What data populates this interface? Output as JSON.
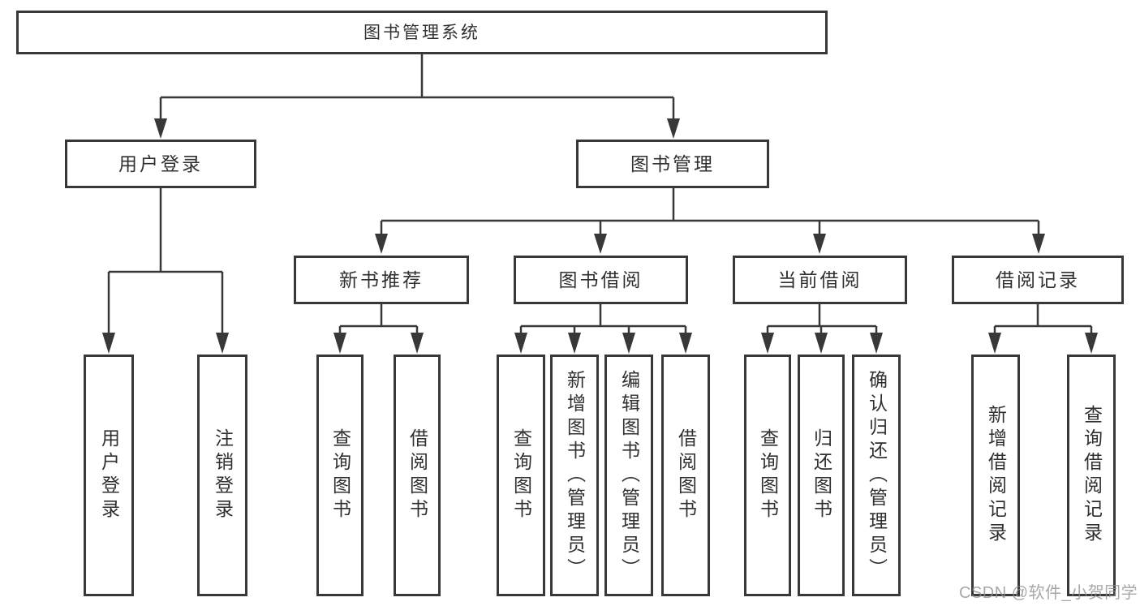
{
  "diagram": {
    "root": {
      "label": "图书管理系统",
      "children": [
        {
          "label": "用户登录",
          "children": [
            {
              "label": "用户登录"
            },
            {
              "label": "注销登录"
            }
          ]
        },
        {
          "label": "图书管理",
          "children": [
            {
              "label": "新书推荐",
              "children": [
                {
                  "label": "查询图书"
                },
                {
                  "label": "借阅图书"
                }
              ]
            },
            {
              "label": "图书借阅",
              "children": [
                {
                  "label": "查询图书"
                },
                {
                  "label": "新增图书（管理员）"
                },
                {
                  "label": "编辑图书（管理员）"
                },
                {
                  "label": "借阅图书"
                }
              ]
            },
            {
              "label": "当前借阅",
              "children": [
                {
                  "label": "查询图书"
                },
                {
                  "label": "归还图书"
                },
                {
                  "label": "确认归还（管理员）"
                }
              ]
            },
            {
              "label": "借阅记录",
              "children": [
                {
                  "label": "新增借阅记录"
                },
                {
                  "label": "查询借阅记录"
                }
              ]
            }
          ]
        }
      ]
    }
  },
  "watermark": {
    "text": "CSDN @软件_小贺同学"
  },
  "colors": {
    "line": "#383838",
    "box_border": "#383838",
    "text": "#303030",
    "watermark": "#8f8f8f",
    "background": "#ffffff"
  }
}
